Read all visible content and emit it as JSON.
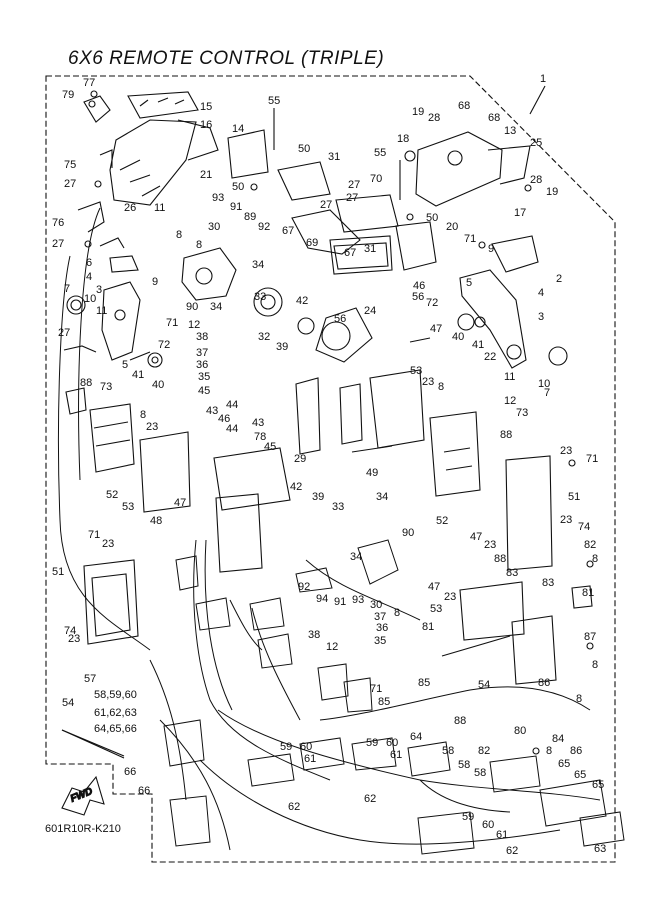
{
  "title": "6X6 REMOTE CONTROL (TRIPLE)",
  "drawing_code": "601R10R-K210",
  "fwd_label": "FWD",
  "callouts": [
    {
      "id": "c1",
      "label": "1"
    },
    {
      "id": "c77",
      "label": "77"
    },
    {
      "id": "c79",
      "label": "79"
    },
    {
      "id": "c15",
      "label": "15"
    },
    {
      "id": "c16",
      "label": "16"
    },
    {
      "id": "c14",
      "label": "14"
    },
    {
      "id": "c55a",
      "label": "55"
    },
    {
      "id": "c19a",
      "label": "19"
    },
    {
      "id": "c28a",
      "label": "28"
    },
    {
      "id": "c68a",
      "label": "68"
    },
    {
      "id": "c18",
      "label": "18"
    },
    {
      "id": "c68b",
      "label": "68"
    },
    {
      "id": "c13",
      "label": "13"
    },
    {
      "id": "c25",
      "label": "25"
    },
    {
      "id": "c75",
      "label": "75"
    },
    {
      "id": "c27a",
      "label": "27"
    },
    {
      "id": "c50a",
      "label": "50"
    },
    {
      "id": "c31a",
      "label": "31"
    },
    {
      "id": "c55b",
      "label": "55"
    },
    {
      "id": "c21",
      "label": "21"
    },
    {
      "id": "c50b",
      "label": "50"
    },
    {
      "id": "c27b",
      "label": "27"
    },
    {
      "id": "c70",
      "label": "70"
    },
    {
      "id": "c28b",
      "label": "28"
    },
    {
      "id": "c19b",
      "label": "19"
    },
    {
      "id": "c26",
      "label": "26"
    },
    {
      "id": "c11a",
      "label": "11"
    },
    {
      "id": "c93",
      "label": "93"
    },
    {
      "id": "c91",
      "label": "91"
    },
    {
      "id": "c27c",
      "label": "27"
    },
    {
      "id": "c27d",
      "label": "27"
    },
    {
      "id": "c50c",
      "label": "50"
    },
    {
      "id": "c17",
      "label": "17"
    },
    {
      "id": "c76",
      "label": "76"
    },
    {
      "id": "c89",
      "label": "89"
    },
    {
      "id": "c30a",
      "label": "30"
    },
    {
      "id": "c92a",
      "label": "92"
    },
    {
      "id": "c67a",
      "label": "67"
    },
    {
      "id": "c69",
      "label": "69"
    },
    {
      "id": "c31b",
      "label": "31"
    },
    {
      "id": "c20",
      "label": "20"
    },
    {
      "id": "c27e",
      "label": "27"
    },
    {
      "id": "c8a",
      "label": "8"
    },
    {
      "id": "c8b",
      "label": "8"
    },
    {
      "id": "c67b",
      "label": "67"
    },
    {
      "id": "c71a",
      "label": "71"
    },
    {
      "id": "c9a",
      "label": "9"
    },
    {
      "id": "c6",
      "label": "6"
    },
    {
      "id": "c4a",
      "label": "4"
    },
    {
      "id": "c34a",
      "label": "34"
    },
    {
      "id": "c2",
      "label": "2"
    },
    {
      "id": "c7a",
      "label": "7"
    },
    {
      "id": "c10a",
      "label": "10"
    },
    {
      "id": "c3a",
      "label": "3"
    },
    {
      "id": "c9b",
      "label": "9"
    },
    {
      "id": "c11b",
      "label": "11"
    },
    {
      "id": "c4b",
      "label": "4"
    },
    {
      "id": "c46a",
      "label": "46"
    },
    {
      "id": "c56a",
      "label": "56"
    },
    {
      "id": "c5a",
      "label": "5"
    },
    {
      "id": "c72a",
      "label": "72"
    },
    {
      "id": "c24",
      "label": "24"
    },
    {
      "id": "c42a",
      "label": "42"
    },
    {
      "id": "c56b",
      "label": "56"
    },
    {
      "id": "c3b",
      "label": "3"
    },
    {
      "id": "c90a",
      "label": "90"
    },
    {
      "id": "c34b",
      "label": "34"
    },
    {
      "id": "c33a",
      "label": "33"
    },
    {
      "id": "c71b",
      "label": "71"
    },
    {
      "id": "c12a",
      "label": "12"
    },
    {
      "id": "c38a",
      "label": "38"
    },
    {
      "id": "c32",
      "label": "32"
    },
    {
      "id": "c39a",
      "label": "39"
    },
    {
      "id": "c47a",
      "label": "47"
    },
    {
      "id": "c40a",
      "label": "40"
    },
    {
      "id": "c41a",
      "label": "41"
    },
    {
      "id": "c27f",
      "label": "27"
    },
    {
      "id": "c72b",
      "label": "72"
    },
    {
      "id": "c5b",
      "label": "5"
    },
    {
      "id": "c41b",
      "label": "41"
    },
    {
      "id": "c40b",
      "label": "40"
    },
    {
      "id": "c37a",
      "label": "37"
    },
    {
      "id": "c36a",
      "label": "36"
    },
    {
      "id": "c35a",
      "label": "35"
    },
    {
      "id": "c22",
      "label": "22"
    },
    {
      "id": "c10b",
      "label": "10"
    },
    {
      "id": "c88a",
      "label": "88"
    },
    {
      "id": "c73a",
      "label": "73"
    },
    {
      "id": "c45a",
      "label": "45"
    },
    {
      "id": "c53a",
      "label": "53"
    },
    {
      "id": "c23a",
      "label": "23"
    },
    {
      "id": "c8c",
      "label": "8"
    },
    {
      "id": "c11c",
      "label": "11"
    },
    {
      "id": "c12b",
      "label": "12"
    },
    {
      "id": "c7b",
      "label": "7"
    },
    {
      "id": "c43a",
      "label": "43"
    },
    {
      "id": "c44a",
      "label": "44"
    },
    {
      "id": "c46b",
      "label": "46"
    },
    {
      "id": "c43b",
      "label": "43"
    },
    {
      "id": "c44b",
      "label": "44"
    },
    {
      "id": "c8d",
      "label": "8"
    },
    {
      "id": "c23b",
      "label": "23"
    },
    {
      "id": "c78",
      "label": "78"
    },
    {
      "id": "c45b",
      "label": "45"
    },
    {
      "id": "c73b",
      "label": "73"
    },
    {
      "id": "c88b",
      "label": "88"
    },
    {
      "id": "c29",
      "label": "29"
    },
    {
      "id": "c49",
      "label": "49"
    },
    {
      "id": "c23c",
      "label": "23"
    },
    {
      "id": "c71c",
      "label": "71"
    },
    {
      "id": "c52a",
      "label": "52"
    },
    {
      "id": "c53b",
      "label": "53"
    },
    {
      "id": "c47b",
      "label": "47"
    },
    {
      "id": "c42b",
      "label": "42"
    },
    {
      "id": "c39b",
      "label": "39"
    },
    {
      "id": "c33b",
      "label": "33"
    },
    {
      "id": "c34c",
      "label": "34"
    },
    {
      "id": "c51a",
      "label": "51"
    },
    {
      "id": "c48",
      "label": "48"
    },
    {
      "id": "c90b",
      "label": "90"
    },
    {
      "id": "c52b",
      "label": "52"
    },
    {
      "id": "c23d",
      "label": "23"
    },
    {
      "id": "c74a",
      "label": "74"
    },
    {
      "id": "c71d",
      "label": "71"
    },
    {
      "id": "c23e",
      "label": "23"
    },
    {
      "id": "c34d",
      "label": "34"
    },
    {
      "id": "c47c",
      "label": "47"
    },
    {
      "id": "c23f",
      "label": "23"
    },
    {
      "id": "c82a",
      "label": "82"
    },
    {
      "id": "c88c",
      "label": "88"
    },
    {
      "id": "c8e",
      "label": "8"
    },
    {
      "id": "c51b",
      "label": "51"
    },
    {
      "id": "c92b",
      "label": "92"
    },
    {
      "id": "c94",
      "label": "94"
    },
    {
      "id": "c91b",
      "label": "91"
    },
    {
      "id": "c93b",
      "label": "93"
    },
    {
      "id": "c30b",
      "label": "30"
    },
    {
      "id": "c8f",
      "label": "8"
    },
    {
      "id": "c83a",
      "label": "83"
    },
    {
      "id": "c47d",
      "label": "47"
    },
    {
      "id": "c83b",
      "label": "83"
    },
    {
      "id": "c23g",
      "label": "23"
    },
    {
      "id": "c81a",
      "label": "81"
    },
    {
      "id": "c53c",
      "label": "53"
    },
    {
      "id": "c74b",
      "label": "74"
    },
    {
      "id": "c23h",
      "label": "23"
    },
    {
      "id": "c37b",
      "label": "37"
    },
    {
      "id": "c38b",
      "label": "38"
    },
    {
      "id": "c36b",
      "label": "36"
    },
    {
      "id": "c12c",
      "label": "12"
    },
    {
      "id": "c35b",
      "label": "35"
    },
    {
      "id": "c81b",
      "label": "81"
    },
    {
      "id": "c87",
      "label": "87"
    },
    {
      "id": "c8g",
      "label": "8"
    },
    {
      "id": "c57",
      "label": "57"
    },
    {
      "id": "c71e",
      "label": "71"
    },
    {
      "id": "c85a",
      "label": "85"
    },
    {
      "id": "c54a",
      "label": "54"
    },
    {
      "id": "c86a",
      "label": "86"
    },
    {
      "id": "c8h",
      "label": "8"
    },
    {
      "id": "c54b",
      "label": "54"
    },
    {
      "id": "c58a",
      "label": "58,59,60"
    },
    {
      "id": "c61a",
      "label": "61,62,63"
    },
    {
      "id": "c64a",
      "label": "64,65,66"
    },
    {
      "id": "c85b",
      "label": "85"
    },
    {
      "id": "c88d",
      "label": "88"
    },
    {
      "id": "c80",
      "label": "80"
    },
    {
      "id": "c84",
      "label": "84"
    },
    {
      "id": "c82b",
      "label": "82"
    },
    {
      "id": "c8i",
      "label": "8"
    },
    {
      "id": "c86b",
      "label": "86"
    },
    {
      "id": "c64b",
      "label": "64"
    },
    {
      "id": "c59a",
      "label": "59"
    },
    {
      "id": "c60a",
      "label": "60"
    },
    {
      "id": "c61b",
      "label": "61"
    },
    {
      "id": "c59b",
      "label": "59"
    },
    {
      "id": "c60b",
      "label": "60"
    },
    {
      "id": "c61c",
      "label": "61"
    },
    {
      "id": "c58b",
      "label": "58"
    },
    {
      "id": "c58c",
      "label": "58"
    },
    {
      "id": "c58d",
      "label": "58"
    },
    {
      "id": "c66a",
      "label": "66"
    },
    {
      "id": "c66b",
      "label": "66"
    },
    {
      "id": "c62a",
      "label": "62"
    },
    {
      "id": "c62b",
      "label": "62"
    },
    {
      "id": "c65a",
      "label": "65"
    },
    {
      "id": "c65b",
      "label": "65"
    },
    {
      "id": "c65c",
      "label": "65"
    },
    {
      "id": "c59c",
      "label": "59"
    },
    {
      "id": "c60c",
      "label": "60"
    },
    {
      "id": "c61d",
      "label": "61"
    },
    {
      "id": "c62c",
      "label": "62"
    },
    {
      "id": "c63",
      "label": "63"
    }
  ]
}
